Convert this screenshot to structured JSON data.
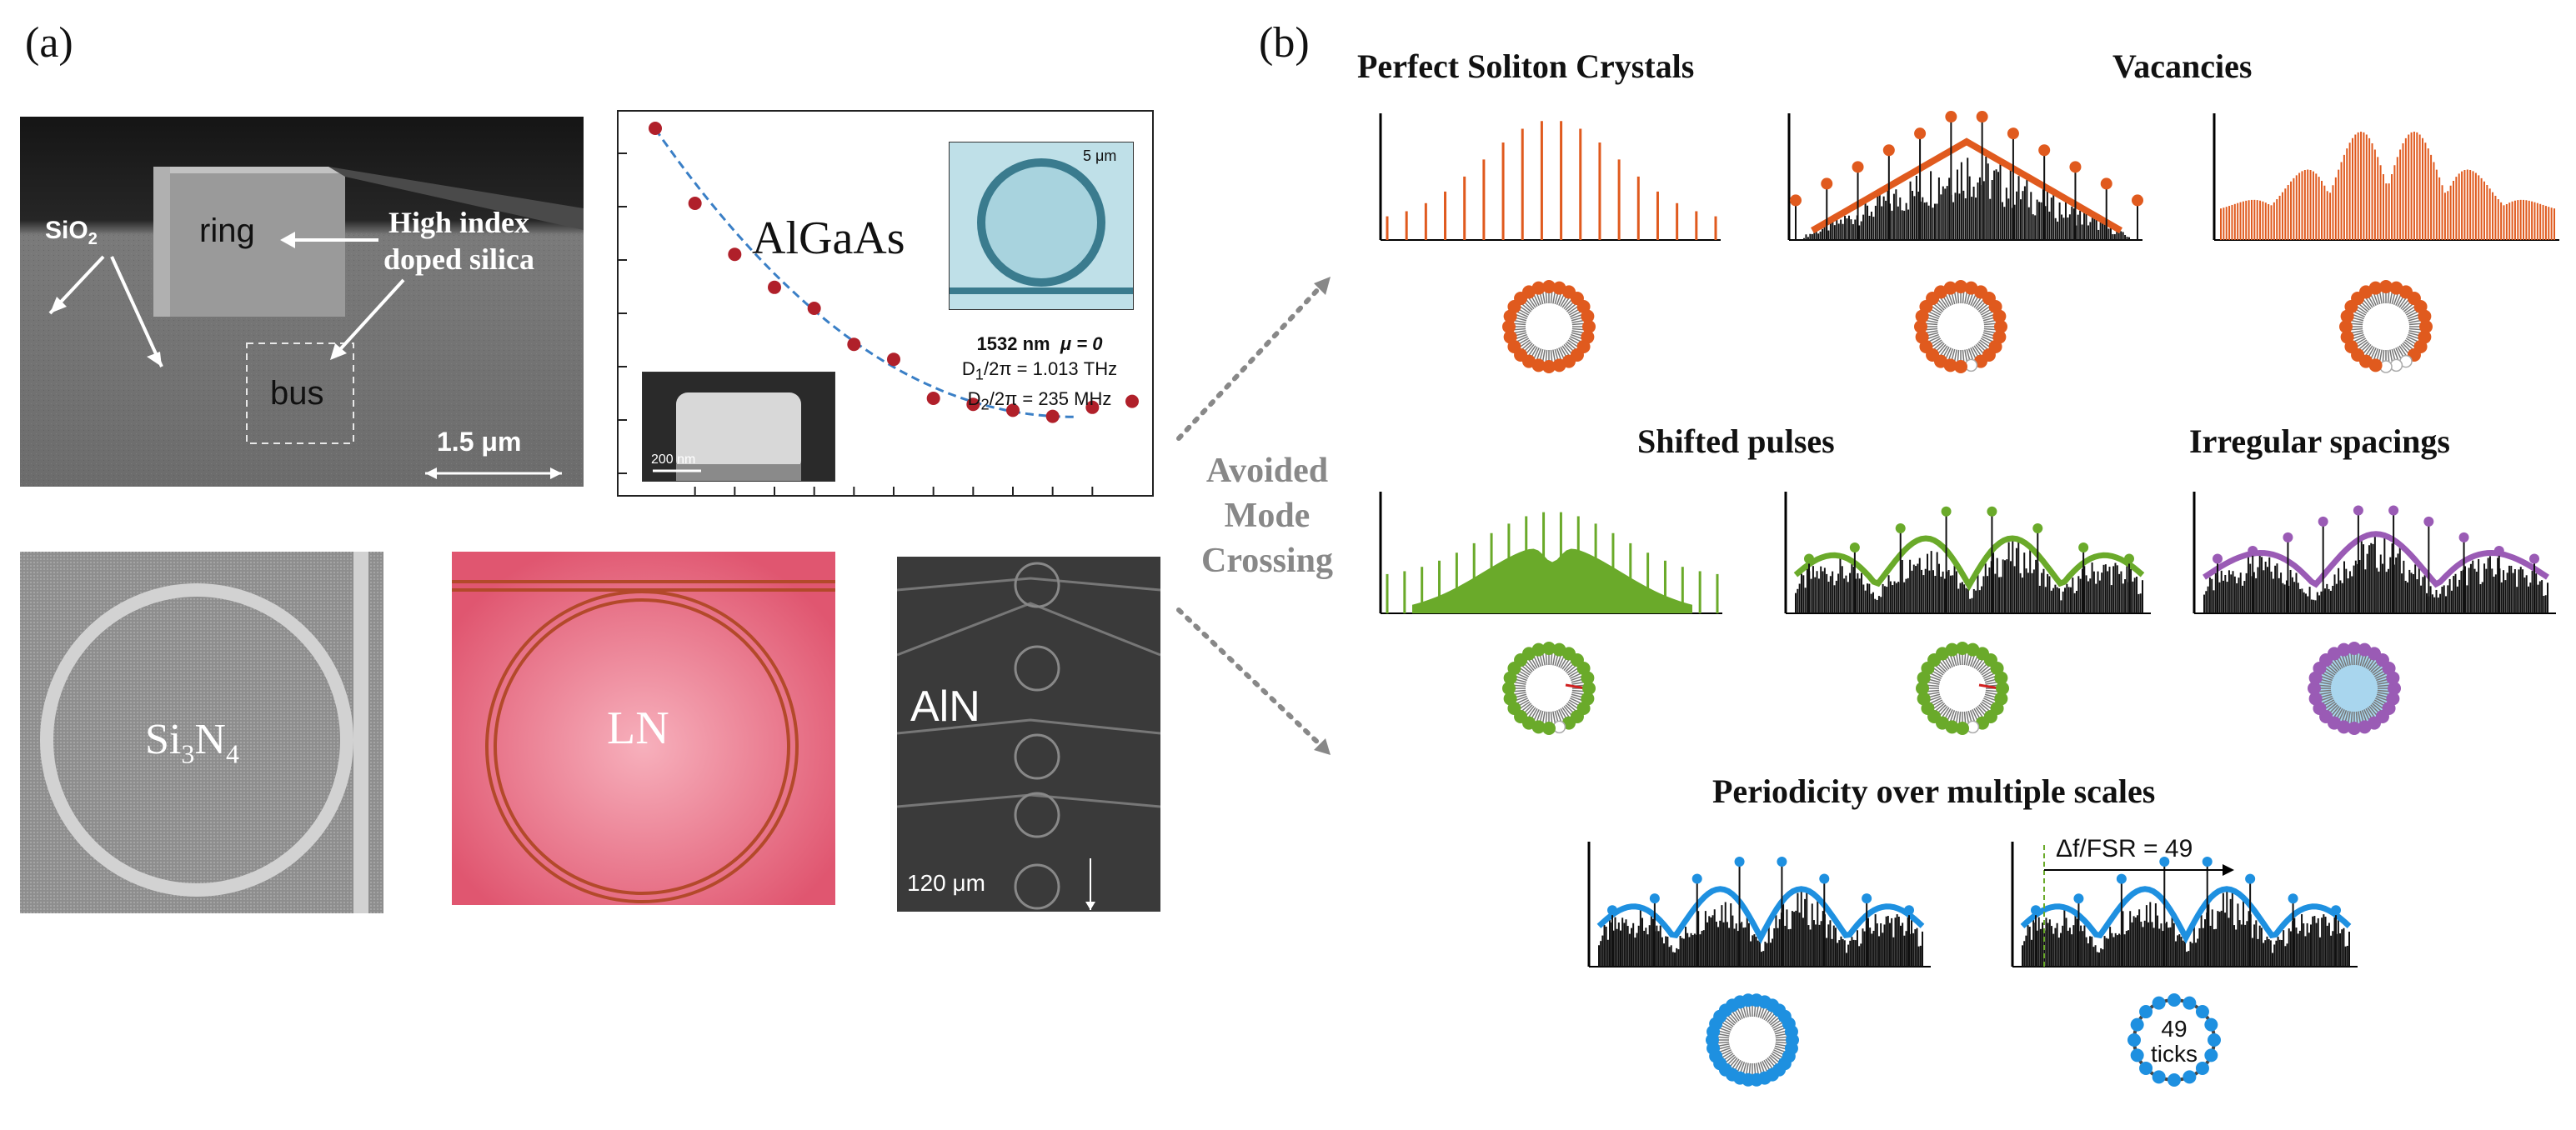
{
  "panel_a": {
    "label": "(a)",
    "sem": {
      "label_sio2": "SiO",
      "label_sio2_sub": "2",
      "label_ring": "ring",
      "label_high_index_1": "High index",
      "label_high_index_2": "doped silica",
      "label_bus": "bus",
      "scale_bar": "1.5 μm"
    },
    "algaas": {
      "material": "AlGaAs",
      "inset_scale": "5 μm",
      "sem_scale": "200 nm",
      "wavelength": "1532 nm",
      "mu": "μ = 0",
      "d1_prefix": "D",
      "d1_sub": "1",
      "d1_rest": "/2π = 1.013 THz",
      "d2_prefix": "D",
      "d2_sub": "2",
      "d2_rest": "/2π = 235 MHz"
    },
    "materials": {
      "sin_main": "Si",
      "sin_sub1": "3",
      "sin_mid": "N",
      "sin_sub2": "4",
      "ln": "LN",
      "aln": "AlN",
      "aln_scale": "120 μm"
    },
    "amc_1": "Avoided",
    "amc_2": "Mode",
    "amc_3": "Crossing"
  },
  "panel_b": {
    "label": "(b)",
    "heading_perfect": "Perfect Soliton Crystals",
    "heading_vacancies": "Vacancies",
    "heading_shifted": "Shifted pulses",
    "heading_irregular": "Irregular spacings",
    "heading_periodicity": "Periodicity over multiple scales",
    "delta_label": "Δf/FSR = 49",
    "ticks_number": "49",
    "ticks_word": "ticks"
  },
  "colors": {
    "orange": "#e05a1e",
    "green": "#6aaa2a",
    "purple": "#9a5bb5",
    "blue": "#1e90e0",
    "dark_red": "#b0202a"
  },
  "chart_data": {
    "type": "scatter",
    "title": "",
    "xlabel": "",
    "ylabel": "",
    "note": "",
    "x": [
      0,
      1,
      2,
      3,
      4,
      5,
      6,
      7,
      8,
      9,
      10,
      11,
      12
    ],
    "y": [
      10.0,
      7.5,
      5.8,
      4.7,
      4.0,
      2.8,
      2.3,
      1.0,
      0.8,
      0.6,
      0.4,
      0.7,
      0.9
    ],
    "series": [
      {
        "values": [
          10.0,
          7.5,
          5.8,
          4.7,
          4.0,
          2.8,
          2.3,
          1.0,
          0.8,
          0.6,
          0.4,
          0.7,
          0.9
        ]
      }
    ]
  }
}
